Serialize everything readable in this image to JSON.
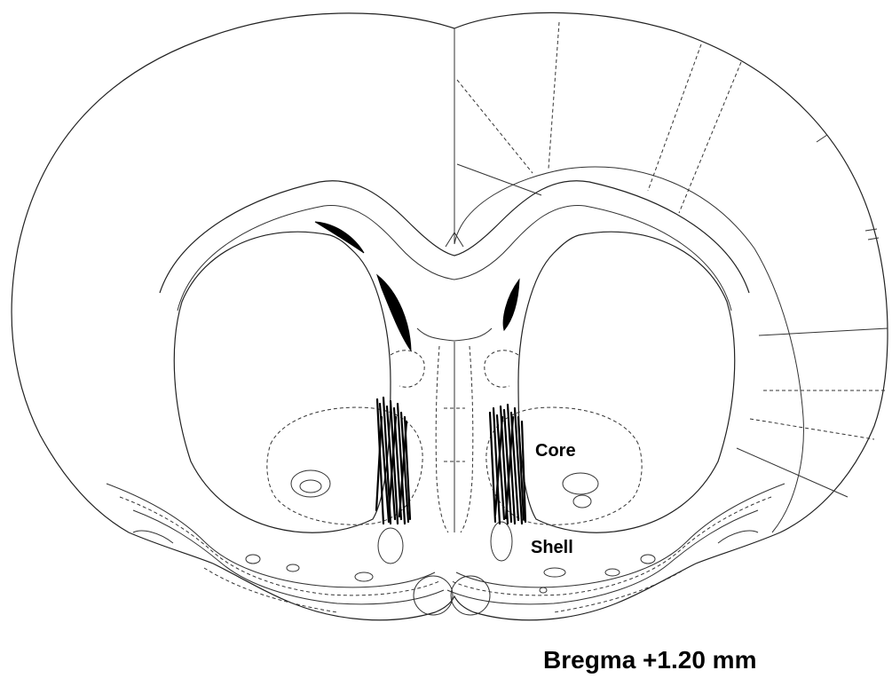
{
  "labels": {
    "core": "Core",
    "shell": "Shell",
    "bregma": "Bregma +1.20 mm"
  },
  "colors": {
    "line": "#222222",
    "fill": "#000000",
    "background": "#ffffff"
  }
}
